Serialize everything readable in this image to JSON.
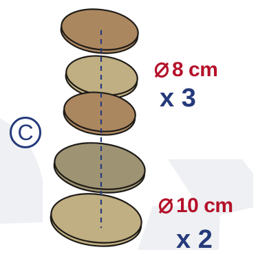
{
  "step_label": "C",
  "groups": [
    {
      "size_label": "8 cm",
      "count_label": "x 3",
      "stone_count": 3
    },
    {
      "size_label": "10 cm",
      "count_label": "x 2",
      "stone_count": 2
    }
  ],
  "colors": {
    "size_text": "#b5112a",
    "count_text": "#253a7a",
    "axis_line": "#253a7a",
    "outline": "#1e1b17",
    "watermark": "#eef0f3",
    "stones": [
      "#ab8760",
      "#c0af82",
      "#ab8760",
      "#9e9474",
      "#c0af82"
    ]
  },
  "icons": {
    "diameter": "diameter-icon"
  }
}
